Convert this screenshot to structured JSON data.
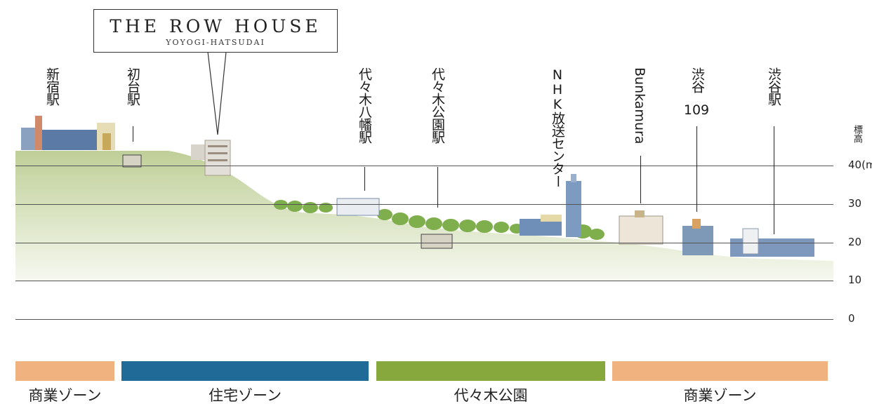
{
  "title": {
    "main": "THE ROW HOUSE",
    "sub": "YOYOGI-HATSUDAI"
  },
  "axis": {
    "title": "標高",
    "ticks": [
      "40(m)",
      "30",
      "20",
      "10",
      "0"
    ],
    "values": [
      40,
      30,
      20,
      10,
      0
    ]
  },
  "landmarks": {
    "shinjuku": "新宿駅",
    "hatsudai": "初台駅",
    "hachiman": "代々木八幡駅",
    "koen": "代々木公園駅",
    "nhk": "NHK放送センター",
    "bunkamura": "Bunkamura",
    "shibuya109_a": "渋谷",
    "shibuya109_b": "109",
    "shibuya": "渋谷駅"
  },
  "zones": [
    {
      "label": "商業ゾーン",
      "color": "#f0b27e"
    },
    {
      "label": "住宅ゾーン",
      "color": "#1f6a97"
    },
    {
      "label": "代々木公園",
      "color": "#86a83c"
    },
    {
      "label": "商業ゾーン",
      "color": "#f0b27e"
    }
  ],
  "colors": {
    "ground_light": "#eef2e4",
    "ground_dark": "#bfcf98",
    "tree": "#7fae4c"
  }
}
